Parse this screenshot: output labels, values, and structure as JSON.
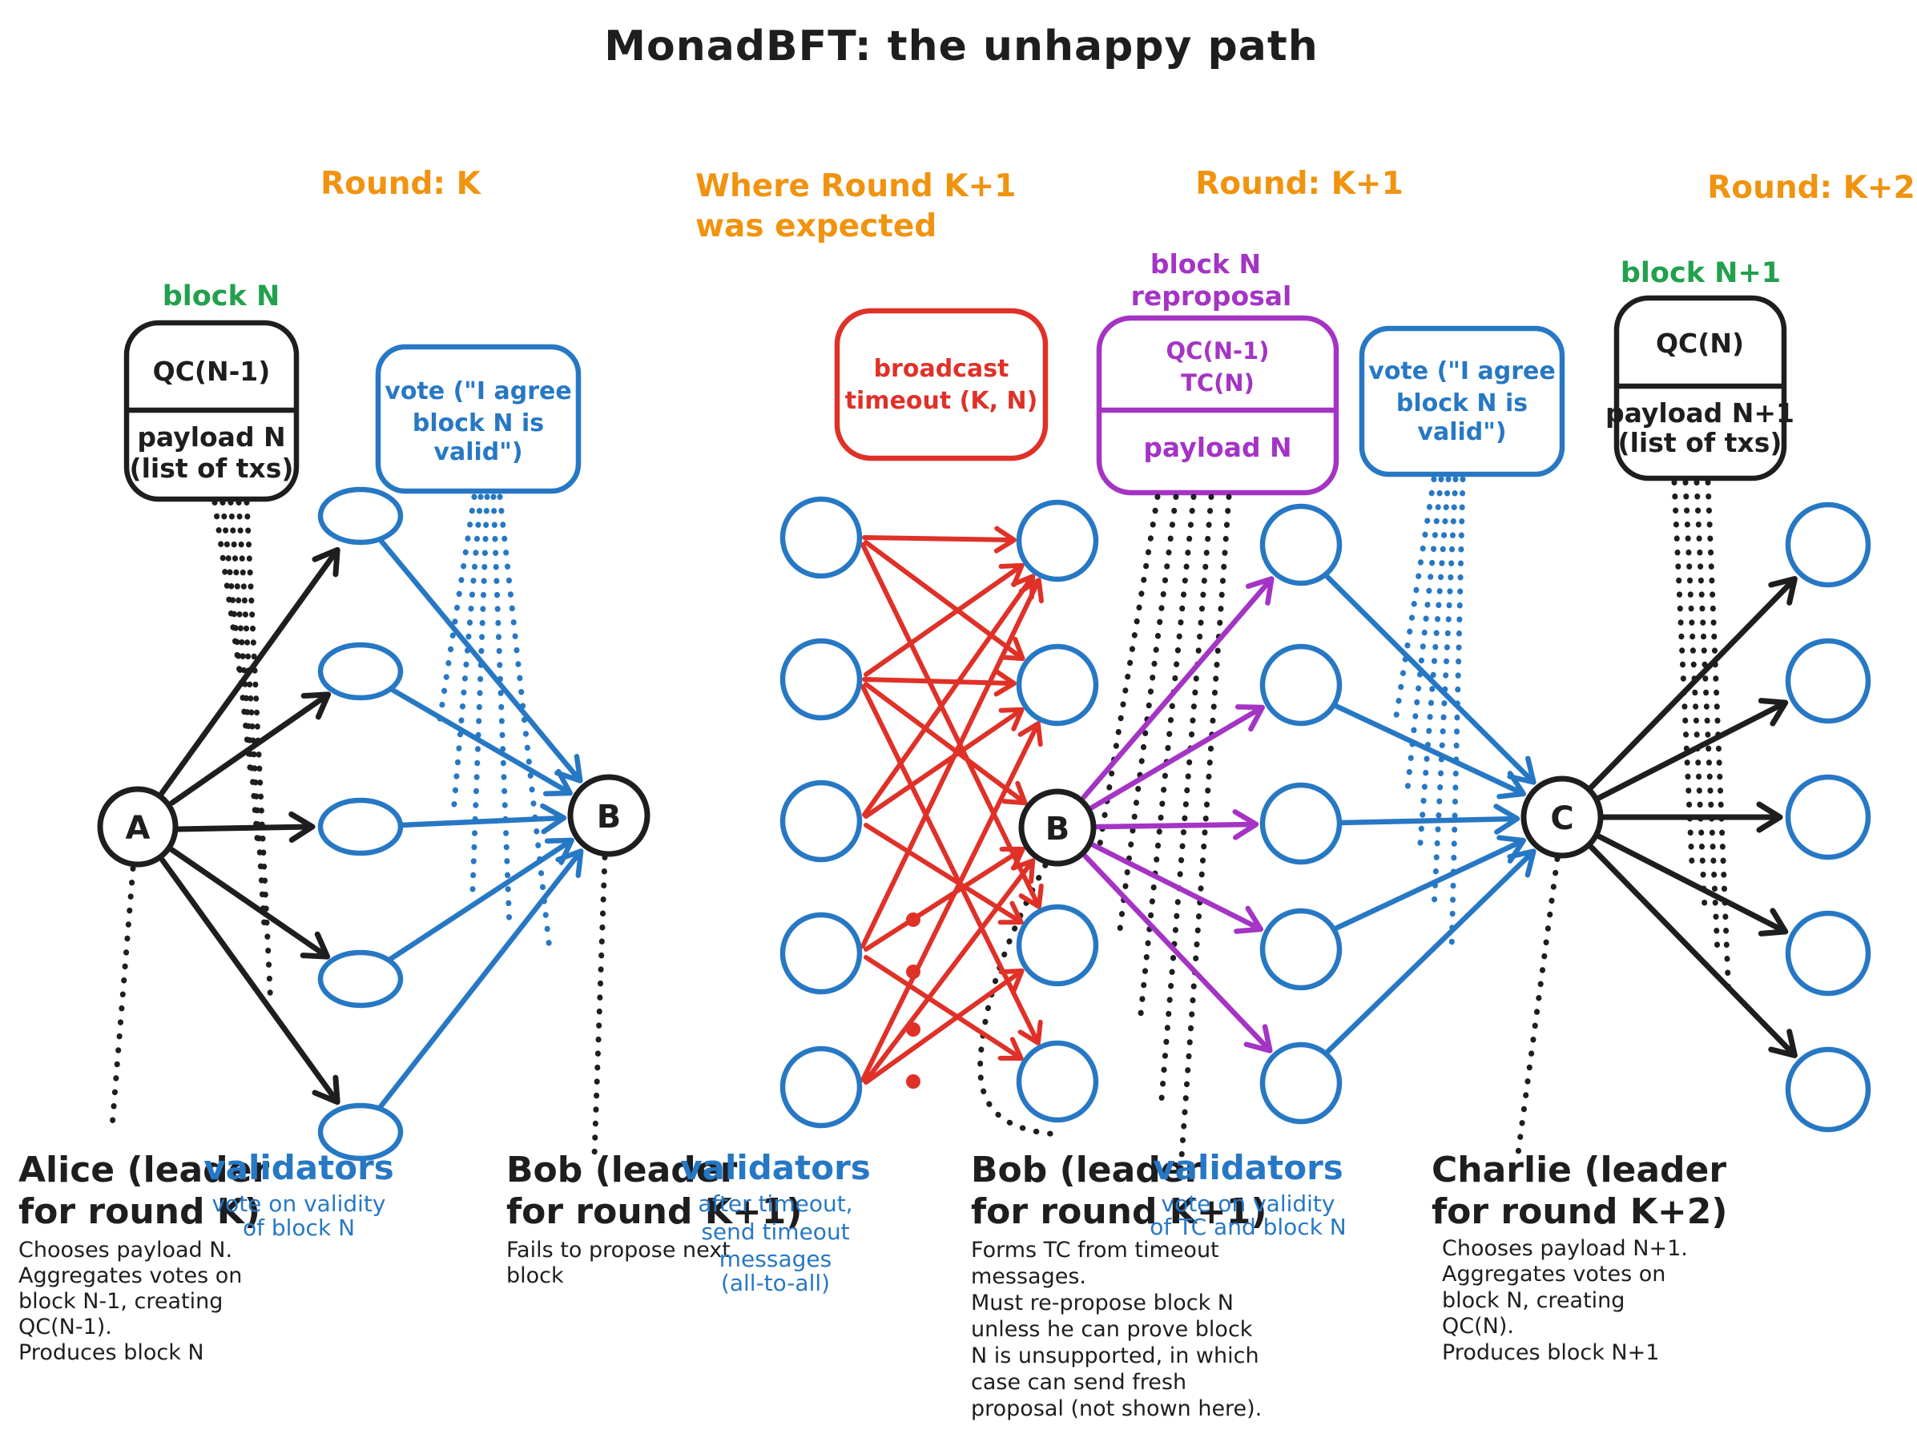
{
  "title": "MonadBFT: the unhappy path",
  "colors": {
    "ink": "#1e1e21",
    "blue": "#2778c4",
    "red": "#df3128",
    "purple": "#a434c4",
    "green": "#22a04c",
    "orange": "#f0930f"
  },
  "round_labels": {
    "k": "Round: K",
    "k1_expected": [
      "Where Round K+1",
      "was expected"
    ],
    "k1": "Round: K+1",
    "k2": "Round: K+2"
  },
  "block_labels": {
    "block_n": "block N",
    "reproposal": [
      "block N",
      "reproposal"
    ],
    "block_n1": "block N+1"
  },
  "boxes": {
    "block_n": {
      "top": "QC(N-1)",
      "bottom1": "payload N",
      "bottom2": "(list of txs)"
    },
    "vote1": {
      "lines": [
        "vote (\"I agree",
        "block N is",
        "valid\")"
      ]
    },
    "timeout": {
      "lines": [
        "broadcast",
        "timeout (K, N)"
      ]
    },
    "reproposal": {
      "top1": "QC(N-1)",
      "top2": "TC(N)",
      "bottom": "payload N"
    },
    "vote2": {
      "lines": [
        "vote (\"I agree",
        "block N is",
        "valid\")"
      ]
    },
    "block_n1": {
      "top": "QC(N)",
      "bottom1": "payload N+1",
      "bottom2": "(list of txs)"
    }
  },
  "nodes": {
    "a": "A",
    "b1": "B",
    "b2": "B",
    "c": "C"
  },
  "captions": {
    "alice": {
      "heading": [
        "Alice (leader",
        "for round K)"
      ],
      "body": [
        "Chooses payload N.",
        "Aggregates votes on",
        "block N-1, creating",
        "QC(N-1).",
        "Produces block N"
      ]
    },
    "validators_k": {
      "heading": "validators",
      "body": [
        "vote on validity",
        "of block N"
      ]
    },
    "bob1": {
      "heading": [
        "Bob (leader",
        "for round K+1)"
      ],
      "body": [
        "Fails to propose next",
        "block"
      ]
    },
    "validators_timeout": {
      "heading": "validators",
      "body": [
        "after timeout,",
        "send timeout",
        "messages",
        "(all-to-all)"
      ]
    },
    "bob2": {
      "heading": [
        "Bob (leader",
        "for round K+1)"
      ],
      "body": [
        "Forms TC from timeout",
        "messages.",
        "Must re-propose block N",
        "unless he can prove block",
        "N is unsupported, in which",
        "case can send fresh",
        "proposal (not shown here)."
      ]
    },
    "validators_tc": {
      "heading": "validators",
      "body": [
        "vote on validity",
        "of TC and block N"
      ]
    },
    "charlie": {
      "heading": [
        "Charlie (leader",
        "for round K+2)"
      ],
      "body": [
        "Chooses payload N+1.",
        "Aggregates votes on",
        "block N, creating",
        "QC(N).",
        "Produces block N+1"
      ]
    }
  }
}
